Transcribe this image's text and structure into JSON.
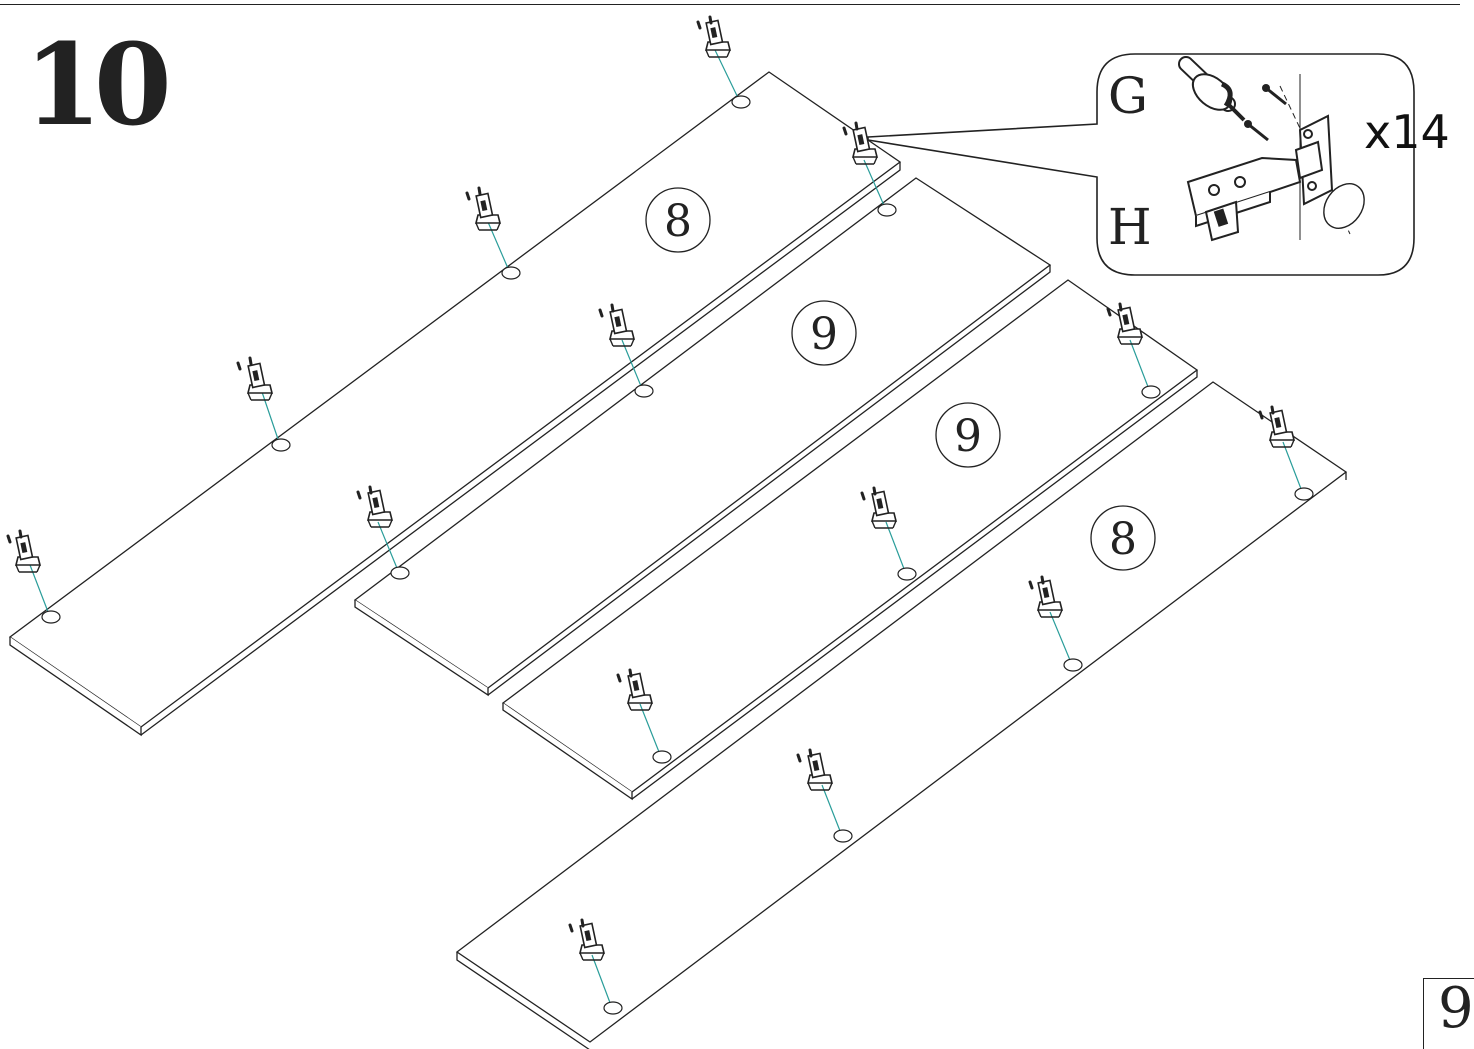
{
  "step": {
    "number": "10"
  },
  "page": {
    "number": "9"
  },
  "callout": {
    "part_g": "G",
    "part_h": "H",
    "quantity": "x14"
  },
  "panels": [
    {
      "label": "8"
    },
    {
      "label": "9"
    },
    {
      "label": "9"
    },
    {
      "label": "8"
    }
  ],
  "colors": {
    "line": "#222222",
    "guide": "#2a9d9a",
    "panel_fill": "#ffffff"
  },
  "icons": [
    "hinge-icon",
    "screw-icon",
    "screwdriver-icon",
    "drill-hole-icon"
  ]
}
